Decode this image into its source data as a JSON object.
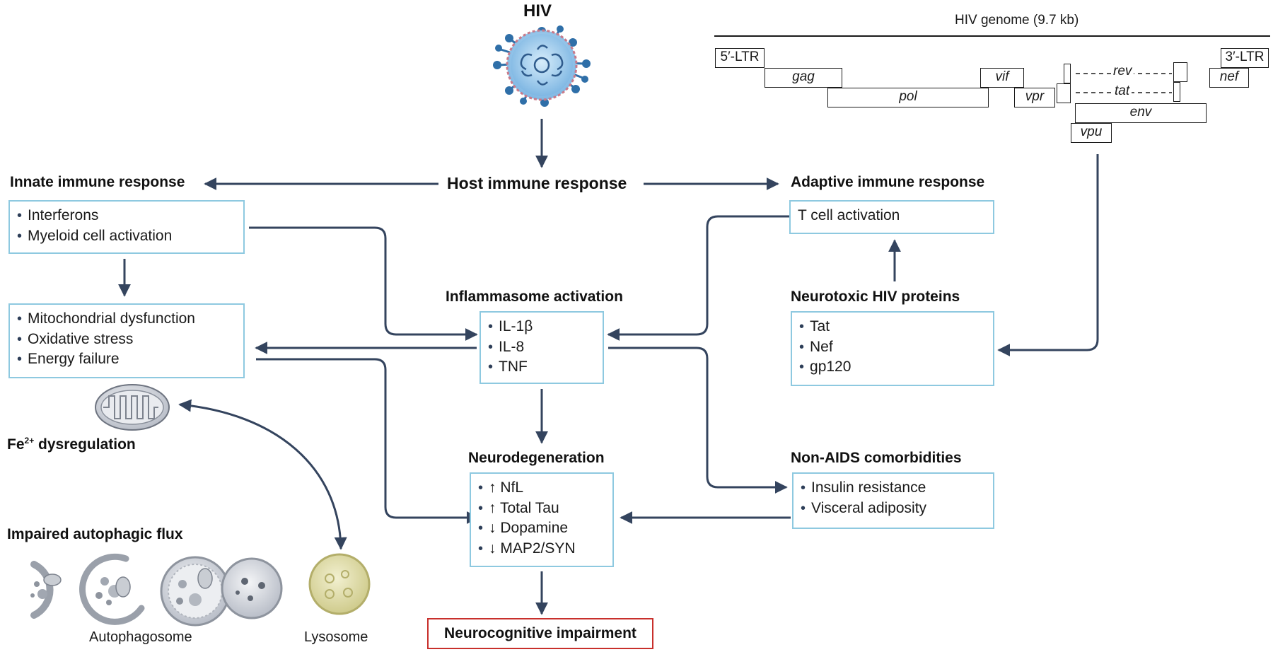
{
  "colors": {
    "arrow": "#34445e",
    "box_border": "#8ec9e0",
    "outcome_border": "#c8302c"
  },
  "virus": {
    "label": "HIV"
  },
  "genome": {
    "title": "HIV genome (9.7 kb)",
    "genes": [
      {
        "id": "ltr5",
        "label": "5′-LTR"
      },
      {
        "id": "gag",
        "label": "gag"
      },
      {
        "id": "pol",
        "label": "pol"
      },
      {
        "id": "vif",
        "label": "vif"
      },
      {
        "id": "vpr",
        "label": "vpr"
      },
      {
        "id": "rev",
        "label": "rev"
      },
      {
        "id": "tat",
        "label": "tat"
      },
      {
        "id": "env",
        "label": "env"
      },
      {
        "id": "vpu",
        "label": "vpu"
      },
      {
        "id": "nef",
        "label": "nef"
      },
      {
        "id": "ltr3",
        "label": "3′-LTR"
      }
    ]
  },
  "host": {
    "label": "Host immune response"
  },
  "innate": {
    "title": "Innate immune response",
    "items": [
      "Interferons",
      "Myeloid cell activation"
    ]
  },
  "adaptive": {
    "title": "Adaptive immune response",
    "items": [
      "T cell activation"
    ]
  },
  "mito": {
    "items": [
      "Mitochondrial dysfunction",
      "Oxidative stress",
      "Energy failure"
    ]
  },
  "inflammasome": {
    "title": "Inflammasome activation",
    "items": [
      "IL-1β",
      "IL-8",
      "TNF"
    ]
  },
  "neurotoxic": {
    "title": "Neurotoxic HIV proteins",
    "items": [
      "Tat",
      "Nef",
      "gp120"
    ]
  },
  "fe": {
    "base": "Fe",
    "sup": "2+",
    "rest": " dysregulation"
  },
  "neurodegeneration": {
    "title": "Neurodegeneration",
    "items": [
      "↑ NfL",
      "↑ Total Tau",
      "↓ Dopamine",
      "↓ MAP2/SYN"
    ]
  },
  "comorbid": {
    "title": "Non-AIDS comorbidities",
    "items": [
      "Insulin resistance",
      "Visceral adiposity"
    ]
  },
  "autophagy": {
    "title": "Impaired autophagic flux",
    "autophagosome": "Autophagosome",
    "lysosome": "Lysosome"
  },
  "outcome": {
    "label": "Neurocognitive impairment"
  }
}
